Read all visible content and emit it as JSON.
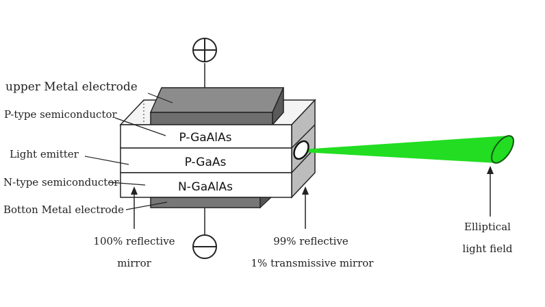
{
  "layers": {
    "top": "P-GaAlAs",
    "middle": "P-GaAs",
    "bottom": "N-GaAlAs"
  },
  "left_labels": {
    "upper_electrode": "upper Metal electrode",
    "p_type": "P-type semiconductor",
    "light_emitter": "Light emitter",
    "n_type": "N-type semiconductor",
    "bottom_electrode": "Botton Metal electrode"
  },
  "mirrors": {
    "left_line1": "100% reflective",
    "left_line2": "mirror",
    "right_line1": "99% reflective",
    "right_line2": "1% transmissive mirror"
  },
  "output": {
    "line1": "Elliptical",
    "line2": "light field"
  },
  "colors": {
    "beam": "#22dd22",
    "electrode_top": "#8c8c8c",
    "electrode_front": "#6e6e6e",
    "body_side": "#bcbcbc",
    "outline": "#222222"
  },
  "icons": {
    "positive_terminal": "plus-circle-icon",
    "negative_terminal": "minus-circle-icon"
  }
}
